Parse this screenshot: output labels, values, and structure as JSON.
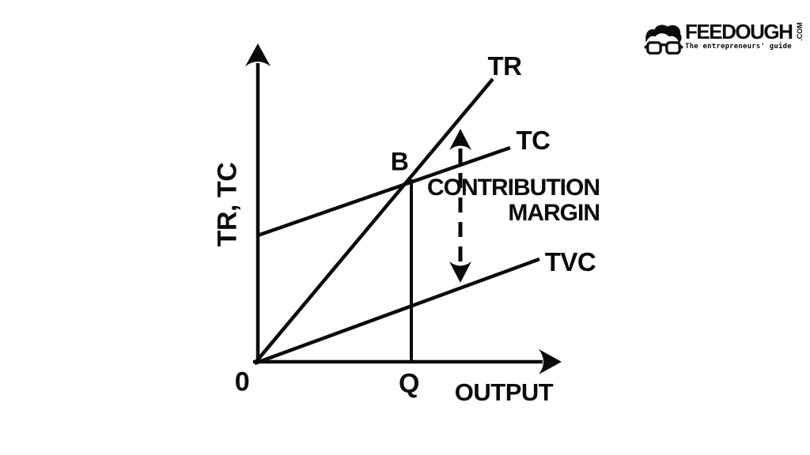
{
  "colors": {
    "ink": "#0a0a0a",
    "background": "#ffffff"
  },
  "chart": {
    "ylabel": "TR, TC",
    "xlabel": "OUTPUT",
    "origin_label": "0",
    "quantity_label": "Q",
    "breakeven_label": "B",
    "tr_label": "TR",
    "tc_label": "TC",
    "tvc_label": "TVC",
    "contribution_line1": "CONTRIBUTION",
    "contribution_line2": "MARGIN"
  },
  "chart_data": {
    "type": "line",
    "title": "",
    "xlabel": "OUTPUT",
    "ylabel": "TR, TC",
    "axes_numeric": false,
    "xlim": [
      0,
      100
    ],
    "ylim": [
      0,
      100
    ],
    "grid": false,
    "legend_position": "inline-line-end-labels",
    "series": [
      {
        "name": "TR",
        "x": [
          0,
          78
        ],
        "y": [
          0,
          89
        ]
      },
      {
        "name": "TC",
        "x": [
          0,
          84
        ],
        "y": [
          40,
          68
        ]
      },
      {
        "name": "TVC",
        "x": [
          0,
          93
        ],
        "y": [
          0,
          33
        ]
      }
    ],
    "annotations": [
      {
        "label": "B",
        "x": 51,
        "y": 58,
        "note": "intersection of TR and TC with vertical drop line to x-axis"
      },
      {
        "label": "Q",
        "x": 51,
        "y": 0,
        "note": "tick label under drop line"
      },
      {
        "label": "0",
        "x": 0,
        "y": 0,
        "note": "origin label"
      },
      {
        "label": "CONTRIBUTION MARGIN",
        "x": 67,
        "y1": 26,
        "y2": 73,
        "note": "vertical dashed double-headed arrow between TVC and TC lines"
      }
    ]
  },
  "icons": {
    "logo_face": "face-with-glasses-icon",
    "axis_arrows": "arrowhead-icon"
  },
  "logo": {
    "brand": "FEEDOUGH",
    "tld": ".COM",
    "tagline": "The entrepreneurs' guide"
  }
}
